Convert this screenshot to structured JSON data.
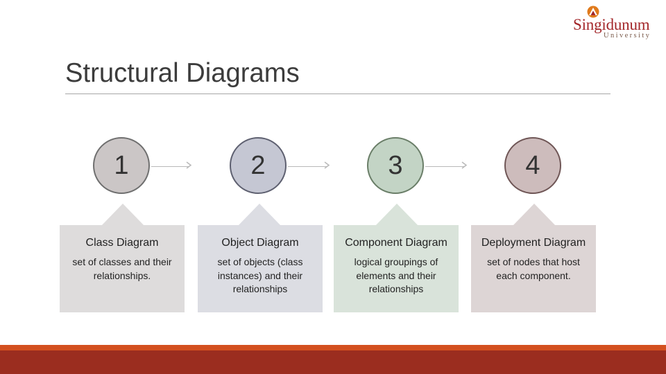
{
  "logo": {
    "name": "Singidunum",
    "subtitle": "University"
  },
  "title": "Structural Diagrams",
  "steps": [
    {
      "number": "1",
      "title": "Class Diagram",
      "text": "set of classes and their relationships."
    },
    {
      "number": "2",
      "title": "Object Diagram",
      "text": "set of objects (class instances) and their relationships"
    },
    {
      "number": "3",
      "title": "Component Diagram",
      "text": "logical groupings of elements and their relationships"
    },
    {
      "number": "4",
      "title": "Deployment Diagram",
      "text": "set of nodes that host each component."
    }
  ],
  "colors": {
    "brand": "#a3272a",
    "footer_accent": "#d3501f",
    "footer": "#9b2d1f"
  }
}
